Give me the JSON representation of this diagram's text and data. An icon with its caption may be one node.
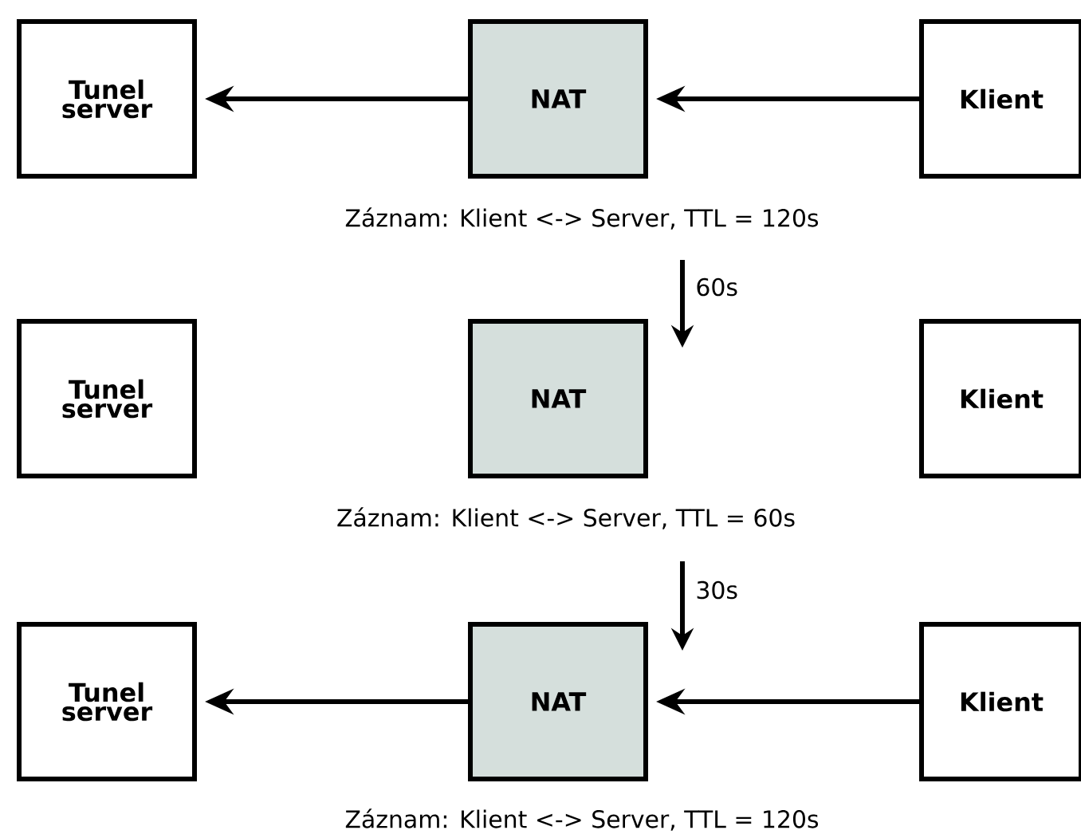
{
  "diagram": {
    "nodes": [
      {
        "text": [
          "Tunel server"
        ]
      },
      {
        "text": [
          "NAT"
        ]
      },
      {
        "text": [
          "Klient"
        ]
      },
      {
        "text": [
          "Tunel server"
        ]
      },
      {
        "text": [
          "NAT"
        ]
      },
      {
        "text": [
          "Klient"
        ]
      },
      {
        "text": [
          "Tunel server"
        ]
      },
      {
        "text": [
          "NAT"
        ]
      },
      {
        "text": [
          "Klient"
        ]
      }
    ],
    "edges": [
      {
        "from": 2,
        "to": 1,
        "arrow": "to"
      },
      {
        "from": 1,
        "to": 0,
        "arrow": "to"
      },
      {
        "from": 8,
        "to": 7,
        "arrow": "to"
      },
      {
        "from": 7,
        "to": 6,
        "arrow": "to"
      }
    ],
    "labels": [
      "Záznam: Klient <-> Server, TTL = 120s",
      "60s",
      "Záznam: Klient <-> Server, TTL = 60s",
      "30s",
      "Záznam: Klient <-> Server, TTL = 120s"
    ]
  }
}
